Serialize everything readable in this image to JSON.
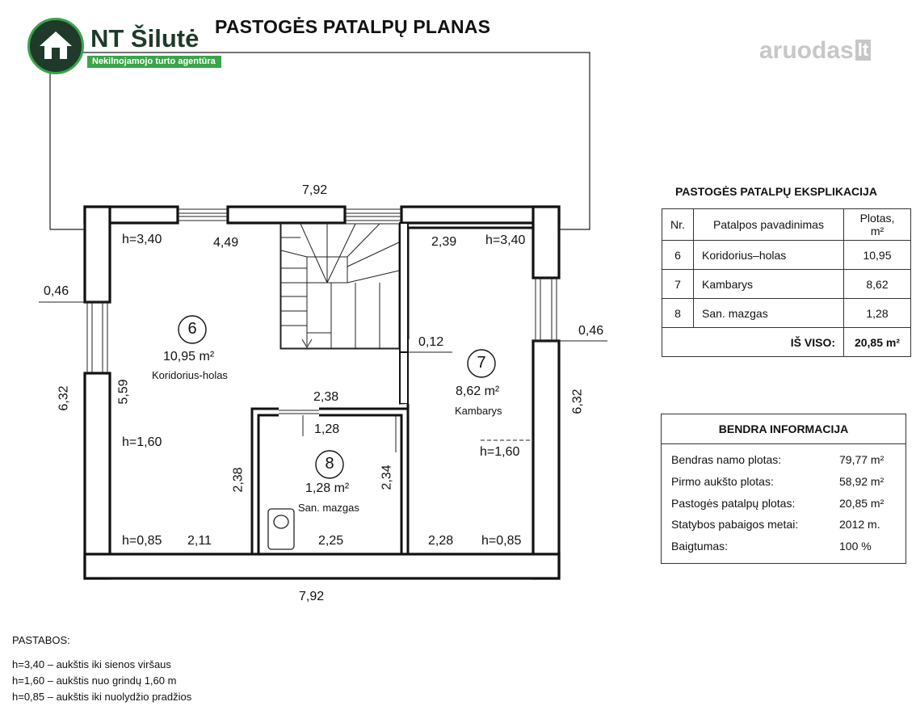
{
  "title": "PASTOGĖS PATALPŲ PLANAS",
  "logo": {
    "name": "NT Šilutė",
    "tagline": "Nekilnojamojo turto agentūra"
  },
  "watermark": {
    "name": "aruodas",
    "tld": "lt"
  },
  "plan": {
    "dimensions": {
      "top_total": "7,92",
      "bottom_total": "7,92",
      "left_side": "6,32",
      "right_side": "6,32",
      "left_wall": "0,46",
      "right_wall": "0,46",
      "hall_top": "4,49",
      "room7_top": "2,39",
      "hall_height": "5,59",
      "bath_top": "2,38",
      "bath_top_inner": "1,28",
      "bath_left": "2,38",
      "bath_right": "2,34",
      "partition": "0,12",
      "hall_bottom": "2,11",
      "bath_bottom": "2,25",
      "room7_bottom": "2,28"
    },
    "heights": {
      "hall_top": "h=3,40",
      "room7_top": "h=3,40",
      "hall_mid": "h=1,60",
      "room7_mid": "h=1,60",
      "hall_bottom": "h=0,85",
      "room7_bottom": "h=0,85"
    },
    "rooms": [
      {
        "num": "6",
        "area": "10,95 m²",
        "name": "Koridorius-holas"
      },
      {
        "num": "7",
        "area": "8,62 m²",
        "name": "Kambarys"
      },
      {
        "num": "8",
        "area": "1,28 m²",
        "name": "San. mazgas"
      }
    ]
  },
  "explication": {
    "title": "PASTOGĖS PATALPŲ EKSPLIKACIJA",
    "headers": [
      "Nr.",
      "Patalpos pavadinimas",
      "Plotas, m²"
    ],
    "rows": [
      {
        "nr": "6",
        "name": "Koridorius–holas",
        "area": "10,95"
      },
      {
        "nr": "7",
        "name": "Kambarys",
        "area": "8,62"
      },
      {
        "nr": "8",
        "name": "San. mazgas",
        "area": "1,28"
      }
    ],
    "total_label": "IŠ VISO:",
    "total_value": "20,85 m²"
  },
  "general_info": {
    "title": "BENDRA INFORMACIJA",
    "rows": [
      {
        "label": "Bendras namo plotas:",
        "value": "79,77 m²"
      },
      {
        "label": "Pirmo aukšto plotas:",
        "value": "58,92 m²"
      },
      {
        "label": "Pastogės patalpų plotas:",
        "value": "20,85 m²"
      },
      {
        "label": "Statybos pabaigos metai:",
        "value": "2012 m."
      },
      {
        "label": "Baigtumas:",
        "value": "100 %"
      }
    ]
  },
  "notes": {
    "title": "PASTABOS:",
    "items": [
      "h=3,40 – aukštis iki sienos viršaus",
      "h=1,60 – aukštis nuo grindų 1,60 m",
      "h=0,85 – aukštis iki nuolydžio pradžios"
    ]
  }
}
